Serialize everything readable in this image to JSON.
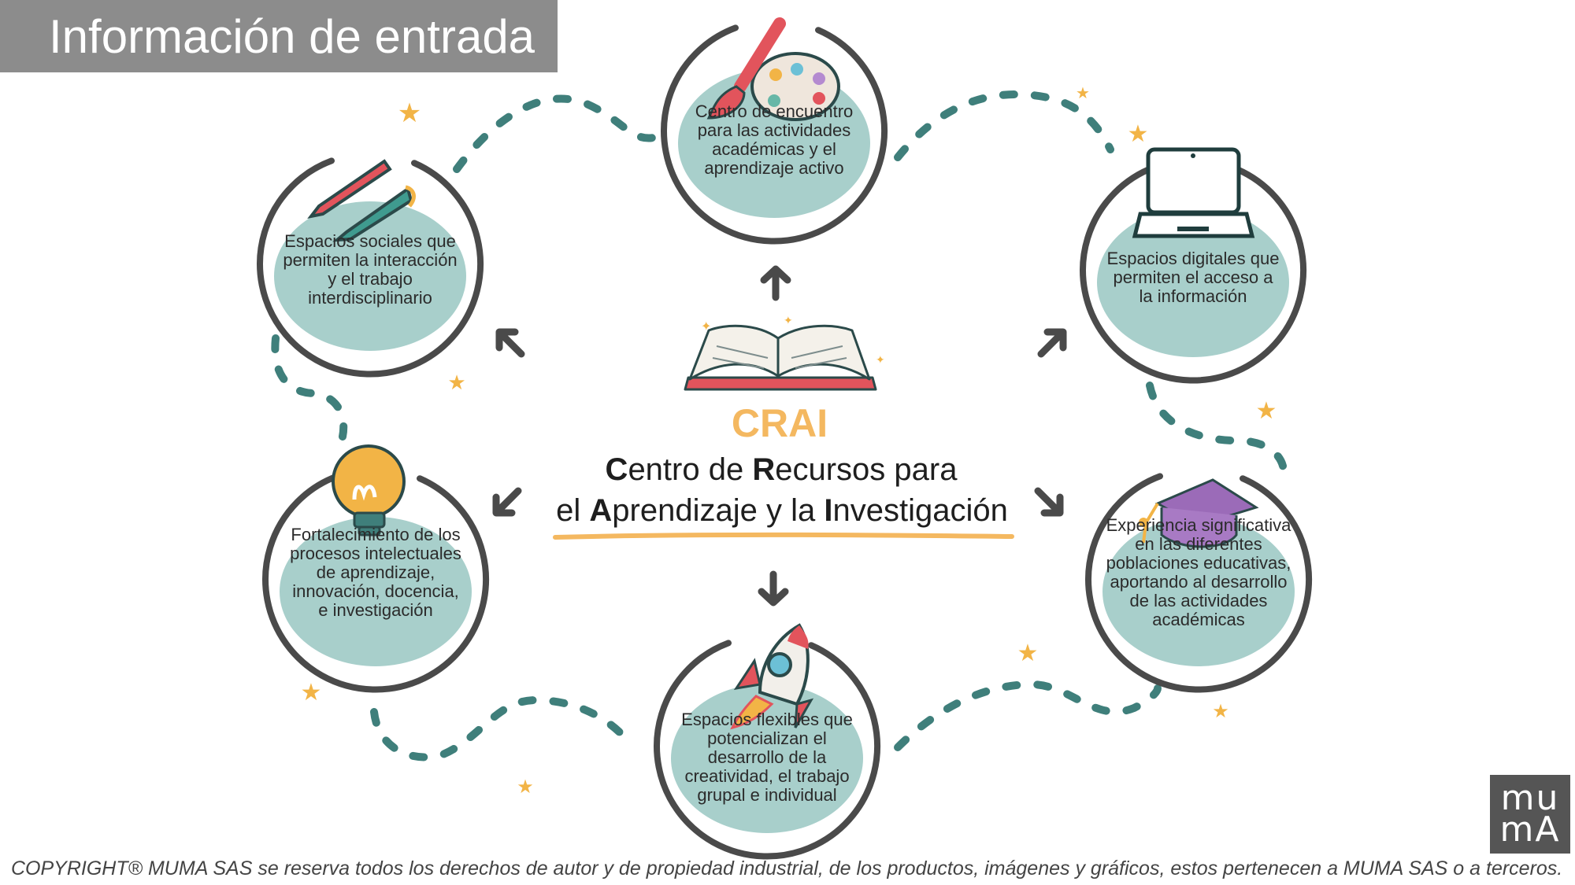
{
  "header": {
    "title": "Información de entrada"
  },
  "center": {
    "acronym": "CRAI",
    "line1": [
      {
        "b": "C",
        "r": "entro de "
      },
      {
        "b": "R",
        "r": "ecursos para"
      }
    ],
    "line2": {
      "p1": "el ",
      "b1": "A",
      "r1": "prendizaje y la ",
      "b2": "I",
      "r2": "nvestigación"
    }
  },
  "nodes": [
    {
      "id": "top",
      "icon": "paint-palette-icon",
      "lines": [
        "Centro de encuentro",
        "para las actividades",
        "académicas y el",
        "aprendizaje activo"
      ]
    },
    {
      "id": "top-right",
      "icon": "laptop-icon",
      "lines": [
        "Espacios digitales que",
        "permiten el acceso a",
        "la información"
      ]
    },
    {
      "id": "bottom-right",
      "icon": "graduation-cap-icon",
      "lines": [
        "Experiencia significativa",
        "en las diferentes",
        "poblaciones educativas,",
        "aportando al desarrollo",
        "de las actividades",
        "académicas"
      ]
    },
    {
      "id": "bottom",
      "icon": "rocket-icon",
      "lines": [
        "Espacios flexibles que",
        "potencializan el",
        "desarrollo de la",
        "creatividad, el trabajo",
        "grupal e individual"
      ]
    },
    {
      "id": "bottom-left",
      "icon": "lightbulb-icon",
      "lines": [
        "Fortalecimiento de los",
        "procesos intelectuales",
        "de aprendizaje,",
        "innovación, docencia,",
        "e investigación"
      ]
    },
    {
      "id": "top-left",
      "icon": "pencil-pen-icon",
      "lines": [
        "Espacios sociales que",
        "permiten la interacción",
        "y el trabajo",
        "interdisciplinario"
      ]
    }
  ],
  "colors": {
    "teal": "#3f7f7b",
    "blob": "#a8cfcb",
    "ring": "#4a4a4a",
    "star": "#f2b446",
    "accent": "#f4b860",
    "title_bg": "#8c8c8c"
  },
  "footer": {
    "copyright": "COPYRIGHT® MUMA SAS se reserva todos los derechos de autor y de propiedad industrial, de los productos, imágenes y gráficos, estos pertenecen a MUMA SAS o a terceros."
  },
  "logo": {
    "line1": "mu",
    "line2": "mA"
  }
}
